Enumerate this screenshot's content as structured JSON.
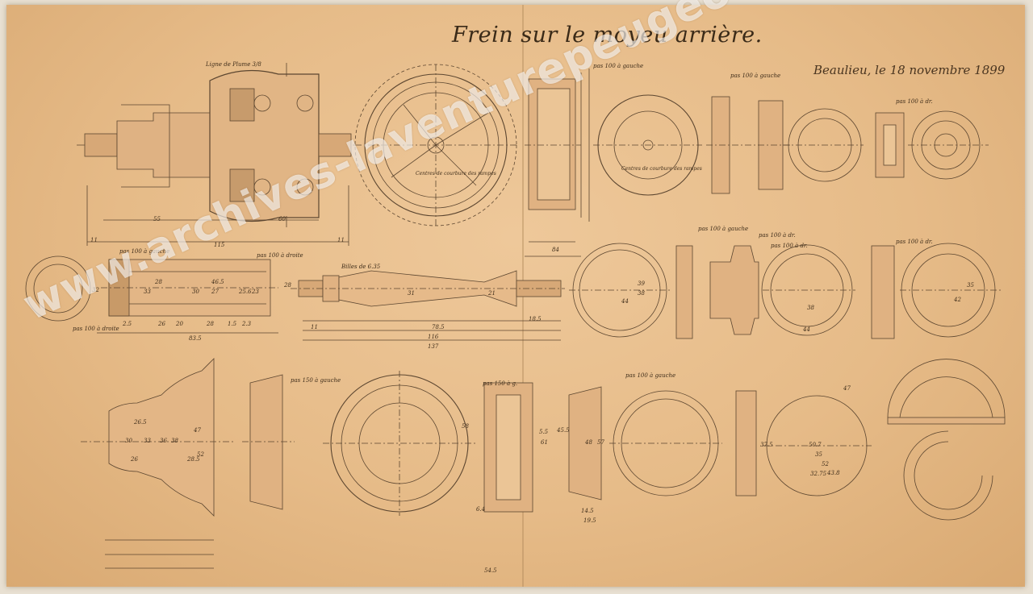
{
  "title": "Frein sur le moyeu arrière.",
  "dateline": "Beaulieu, le 18 novembre 1899",
  "watermark": "www.archives-laventurepeugeotcitroends.com",
  "notes": {
    "ligne_plume": "Ligne de Plume 3/8",
    "pas_gauche_1": "pas 100 à gauche",
    "pas_gauche_2": "pas 100 à gauche",
    "pas_droite_1": "pas 100 à dr.",
    "pas_gauche_3": "pas 100 à gauche",
    "pas_droite_2": "pas 100 à droite",
    "pas_droite_3": "pas 100 à droite",
    "pas_droite_4": "pas 100 à dr.",
    "pas_droite_5": "pas 100 à dr.",
    "pas_droite_6": "pas 100 à dr.",
    "billes": "Billes de 6.35",
    "pas_gauche_4": "pas 150 à gauche",
    "pas_gauche_5": "pas 100 à gauche",
    "pas_gauche_6": "pas 150 à g.",
    "centres_1": "Centres de courbure des rampes",
    "centres_2": "Centres de courbure des rampes"
  },
  "dimensions": [
    "115",
    "55",
    "60",
    "11",
    "11",
    "84",
    "46.5",
    "28",
    "33",
    "30",
    "27",
    "25.6",
    "23",
    "32",
    "26",
    "20",
    "28",
    "1.5",
    "2.3",
    "83.5",
    "2.5",
    "78.5",
    "116",
    "137",
    "11",
    "18.5",
    "31",
    "21",
    "28",
    "44",
    "39",
    "38",
    "38",
    "35",
    "42",
    "44",
    "47",
    "52",
    "35",
    "50.7",
    "26.5",
    "30",
    "26",
    "28.5",
    "33",
    "36",
    "38",
    "58",
    "5.5",
    "61",
    "14.5",
    "19.5",
    "47",
    "45.5",
    "48",
    "52",
    "6.4",
    "54.5",
    "57",
    "37.5",
    "32.75",
    "43.8"
  ],
  "colors": {
    "paper": "#e6bb88",
    "ink": "#3a2a18",
    "pencil": "#5c4630",
    "watermark": "#ffffff"
  }
}
